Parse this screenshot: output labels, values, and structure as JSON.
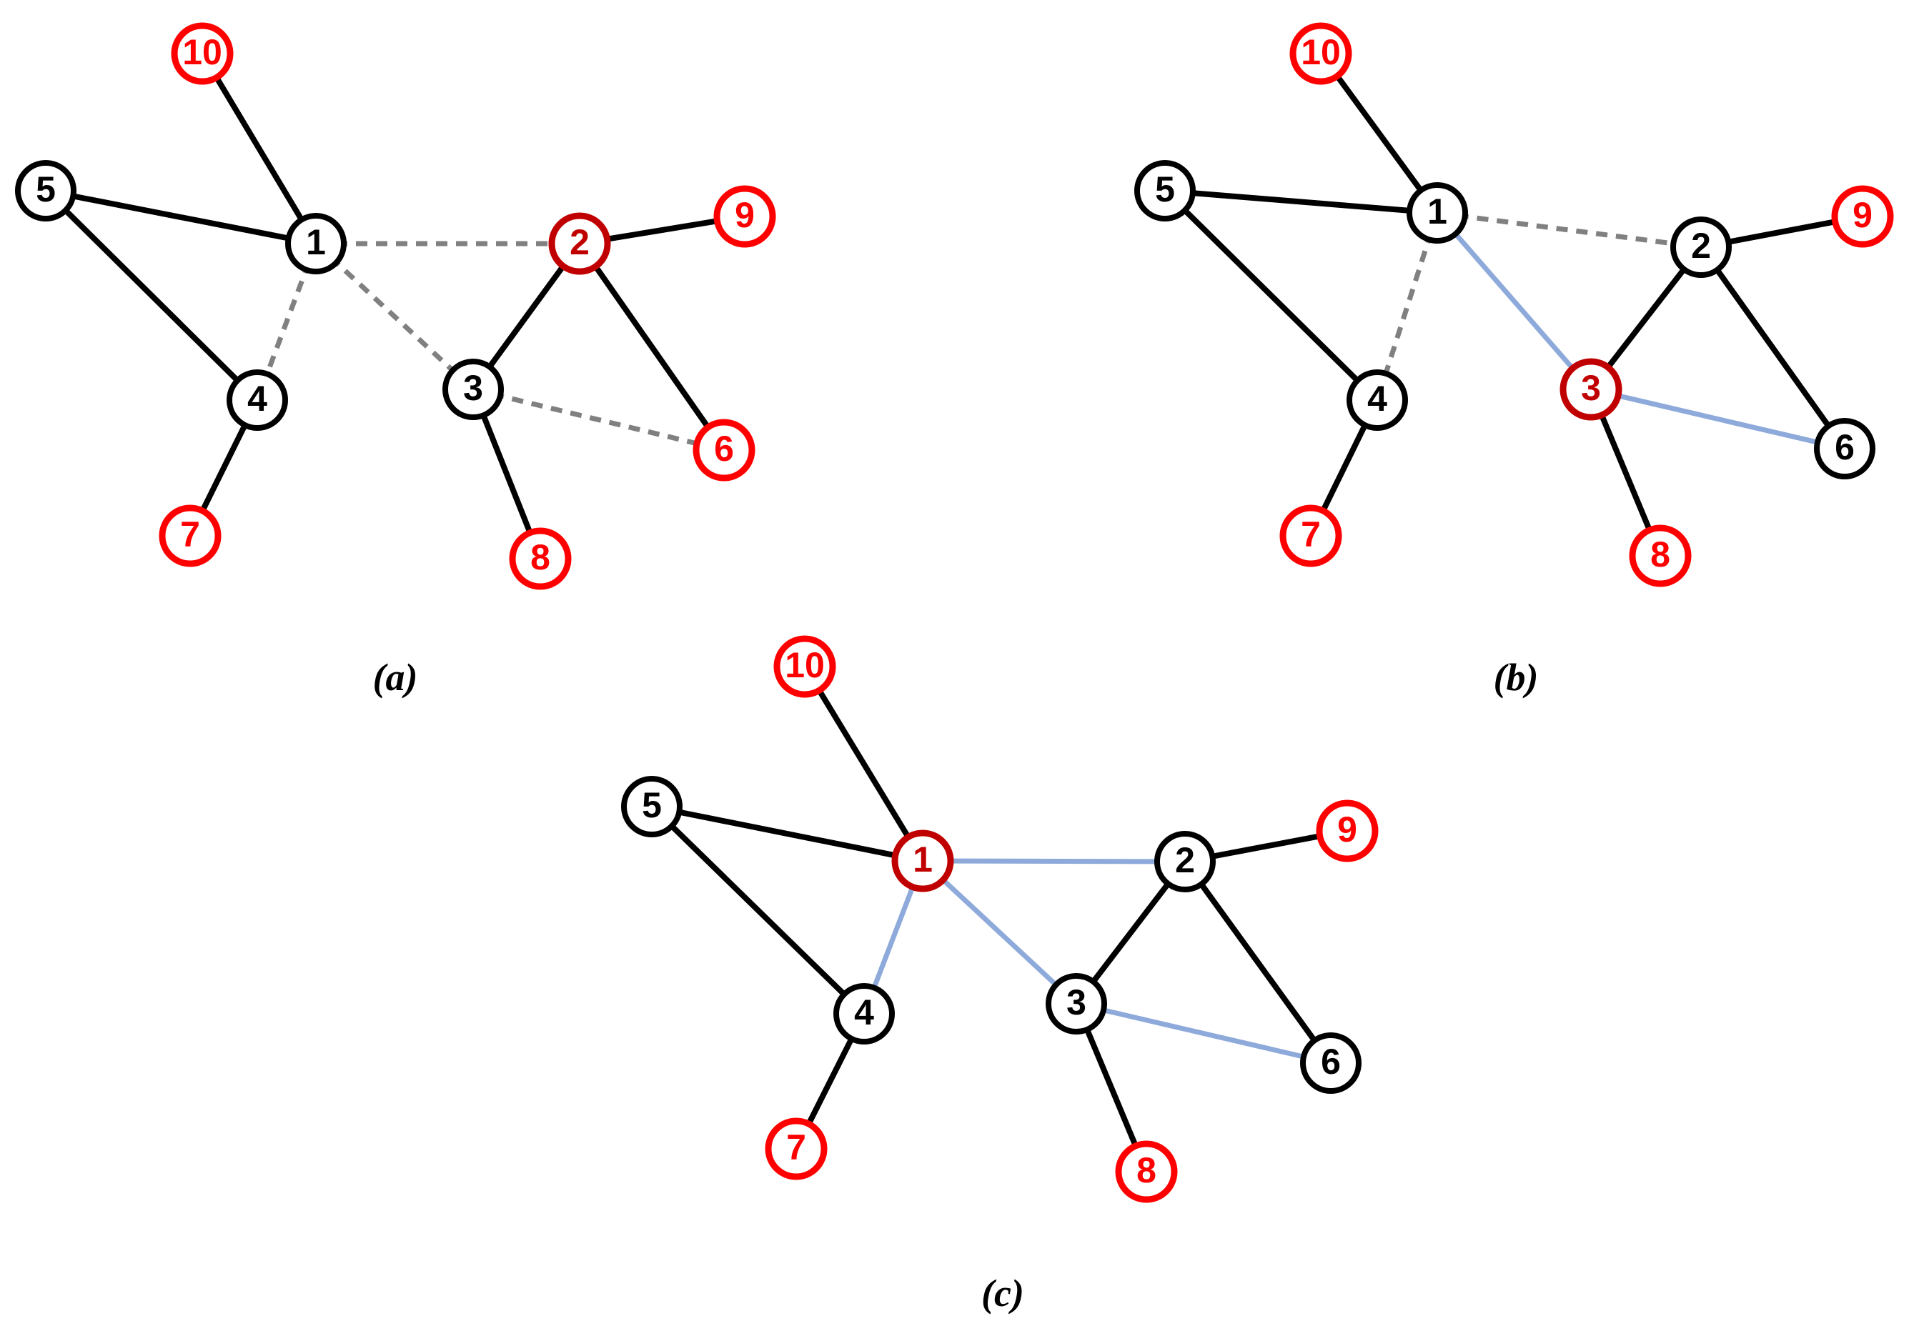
{
  "colors": {
    "background": "#ffffff",
    "graph_edge": "#000000",
    "pending_edge": "#808080",
    "added_edge": "#8eaadb",
    "node_default": "#000000",
    "node_marked": "#ff0000",
    "node_active": "#c00000"
  },
  "edge_styles": {
    "solid": "black solid line",
    "dashed": "grey dashed line",
    "blue": "light blue solid line"
  },
  "panels": [
    {
      "id": "a",
      "caption": "(a)",
      "caption_letter": "a",
      "nodes": [
        {
          "id": "1",
          "label": "1",
          "status": "default"
        },
        {
          "id": "2",
          "label": "2",
          "status": "active"
        },
        {
          "id": "3",
          "label": "3",
          "status": "default"
        },
        {
          "id": "4",
          "label": "4",
          "status": "default"
        },
        {
          "id": "5",
          "label": "5",
          "status": "default"
        },
        {
          "id": "6",
          "label": "6",
          "status": "marked"
        },
        {
          "id": "7",
          "label": "7",
          "status": "marked"
        },
        {
          "id": "8",
          "label": "8",
          "status": "marked"
        },
        {
          "id": "9",
          "label": "9",
          "status": "marked"
        },
        {
          "id": "10",
          "label": "10",
          "status": "marked"
        }
      ],
      "edges": [
        {
          "from": "10",
          "to": "1",
          "style": "solid"
        },
        {
          "from": "5",
          "to": "1",
          "style": "solid"
        },
        {
          "from": "5",
          "to": "4",
          "style": "solid"
        },
        {
          "from": "4",
          "to": "7",
          "style": "solid"
        },
        {
          "from": "2",
          "to": "9",
          "style": "solid"
        },
        {
          "from": "2",
          "to": "3",
          "style": "solid"
        },
        {
          "from": "2",
          "to": "6",
          "style": "solid"
        },
        {
          "from": "3",
          "to": "8",
          "style": "solid"
        },
        {
          "from": "1",
          "to": "2",
          "style": "dashed"
        },
        {
          "from": "1",
          "to": "4",
          "style": "dashed"
        },
        {
          "from": "1",
          "to": "3",
          "style": "dashed"
        },
        {
          "from": "3",
          "to": "6",
          "style": "dashed"
        }
      ]
    },
    {
      "id": "b",
      "caption": "(b)",
      "caption_letter": "b",
      "nodes": [
        {
          "id": "1",
          "label": "1",
          "status": "default"
        },
        {
          "id": "2",
          "label": "2",
          "status": "default"
        },
        {
          "id": "3",
          "label": "3",
          "status": "active"
        },
        {
          "id": "4",
          "label": "4",
          "status": "default"
        },
        {
          "id": "5",
          "label": "5",
          "status": "default"
        },
        {
          "id": "6",
          "label": "6",
          "status": "default"
        },
        {
          "id": "7",
          "label": "7",
          "status": "marked"
        },
        {
          "id": "8",
          "label": "8",
          "status": "marked"
        },
        {
          "id": "9",
          "label": "9",
          "status": "marked"
        },
        {
          "id": "10",
          "label": "10",
          "status": "marked"
        }
      ],
      "edges": [
        {
          "from": "10",
          "to": "1",
          "style": "solid"
        },
        {
          "from": "5",
          "to": "1",
          "style": "solid"
        },
        {
          "from": "5",
          "to": "4",
          "style": "solid"
        },
        {
          "from": "4",
          "to": "7",
          "style": "solid"
        },
        {
          "from": "2",
          "to": "9",
          "style": "solid"
        },
        {
          "from": "2",
          "to": "3",
          "style": "solid"
        },
        {
          "from": "2",
          "to": "6",
          "style": "solid"
        },
        {
          "from": "3",
          "to": "8",
          "style": "solid"
        },
        {
          "from": "1",
          "to": "2",
          "style": "dashed"
        },
        {
          "from": "1",
          "to": "4",
          "style": "dashed"
        },
        {
          "from": "1",
          "to": "3",
          "style": "blue"
        },
        {
          "from": "3",
          "to": "6",
          "style": "blue"
        }
      ]
    },
    {
      "id": "c",
      "caption": "(c)",
      "caption_letter": "c",
      "nodes": [
        {
          "id": "1",
          "label": "1",
          "status": "active"
        },
        {
          "id": "2",
          "label": "2",
          "status": "default"
        },
        {
          "id": "3",
          "label": "3",
          "status": "default"
        },
        {
          "id": "4",
          "label": "4",
          "status": "default"
        },
        {
          "id": "5",
          "label": "5",
          "status": "default"
        },
        {
          "id": "6",
          "label": "6",
          "status": "default"
        },
        {
          "id": "7",
          "label": "7",
          "status": "marked"
        },
        {
          "id": "8",
          "label": "8",
          "status": "marked"
        },
        {
          "id": "9",
          "label": "9",
          "status": "marked"
        },
        {
          "id": "10",
          "label": "10",
          "status": "marked"
        }
      ],
      "edges": [
        {
          "from": "10",
          "to": "1",
          "style": "solid"
        },
        {
          "from": "5",
          "to": "1",
          "style": "solid"
        },
        {
          "from": "5",
          "to": "4",
          "style": "solid"
        },
        {
          "from": "4",
          "to": "7",
          "style": "solid"
        },
        {
          "from": "2",
          "to": "9",
          "style": "solid"
        },
        {
          "from": "2",
          "to": "3",
          "style": "solid"
        },
        {
          "from": "2",
          "to": "6",
          "style": "solid"
        },
        {
          "from": "3",
          "to": "8",
          "style": "solid"
        },
        {
          "from": "1",
          "to": "2",
          "style": "blue"
        },
        {
          "from": "1",
          "to": "4",
          "style": "blue"
        },
        {
          "from": "1",
          "to": "3",
          "style": "blue"
        },
        {
          "from": "3",
          "to": "6",
          "style": "blue"
        }
      ]
    }
  ]
}
